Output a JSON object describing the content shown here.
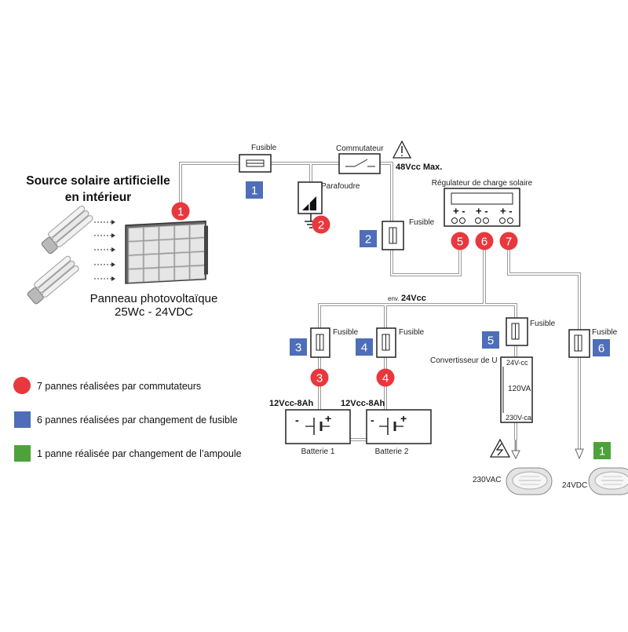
{
  "title_lines": [
    "Source solaire artificielle",
    "en intérieur"
  ],
  "panel_caption": [
    "Panneau photovoltaïque",
    "25Wc - 24VDC"
  ],
  "labels": {
    "fusible": "Fusible",
    "commutateur": "Commutateur",
    "parafoudre": "Parafoudre",
    "max_voltage": "48Vcc Max.",
    "regulateur": "Régulateur de charge solaire",
    "bus_voltage_prefix": "env.",
    "bus_voltage": "24Vcc",
    "battery_spec": "12Vcc-8Ah",
    "battery1": "Batterie 1",
    "battery2": "Batterie 2",
    "convertisseur": "Convertisseur de U",
    "conv_in": "24V-cc",
    "conv_power": "120VA",
    "conv_out": "230V-ca",
    "lamp_ac": "230VAC",
    "lamp_dc": "24VDC",
    "terminal_pair": "+ -"
  },
  "red_markers": [
    "1",
    "2",
    "3",
    "4",
    "5",
    "6",
    "7"
  ],
  "blue_markers": [
    "1",
    "2",
    "3",
    "4",
    "5",
    "6"
  ],
  "green_markers": [
    "1"
  ],
  "legend": [
    {
      "color": "#e8383d",
      "text": "7 pannes réalisées par commutateurs"
    },
    {
      "color": "#4e6eb9",
      "text": "6 pannes réalisées par changement de fusible"
    },
    {
      "color": "#4ea23a",
      "text": "1 panne réalisée par changement de l’ampoule"
    }
  ],
  "colors": {
    "red": "#e8383d",
    "blue": "#4e6eb9",
    "green": "#4ea23a",
    "wire": "#9a9a9a"
  }
}
